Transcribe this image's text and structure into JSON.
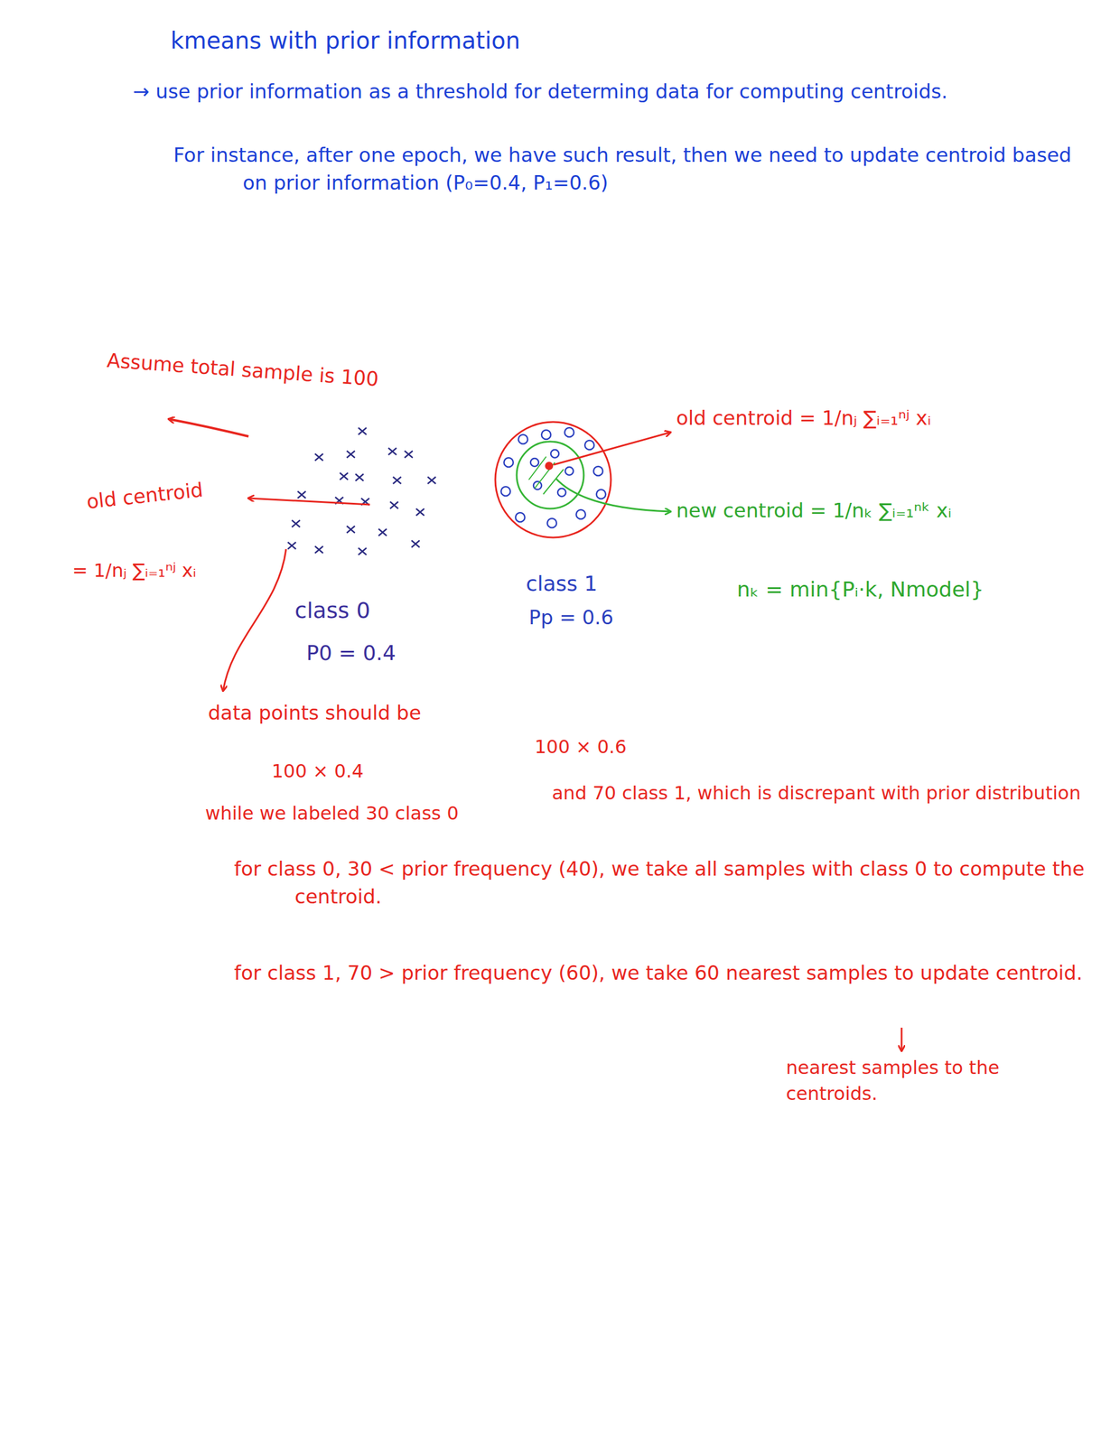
{
  "diagram": {
    "title": "kmeans with prior information",
    "labels": [
      "→ use prior information as a threshold for determing data for computing centroids.",
      "For instance, after one epoch, we have such result, then we need to update centroid based on prior information (P₀=0.4, P₁=0.6)",
      "Assume total sample is 100",
      "old centroid",
      "= 1/nⱼ ∑ᵢ₌₁ⁿʲ xᵢ",
      "class 0",
      "P0 = 0.4",
      "class 1",
      "Pp = 0.6",
      "old centroid = 1/nⱼ ∑ᵢ₌₁ⁿʲ xᵢ",
      "new centroid = 1/nₖ ∑ᵢ₌₁ⁿᵏ xᵢ",
      "nₖ = min{Pᵢ·k, Nmodel}",
      "data points should be",
      "100 × 0.4",
      "100 × 0.6",
      "while we labeled 30 class 0",
      "and 70 class 1, which is discrepant with prior distribution",
      "for class 0, 30 < prior frequency (40), we take all samples with class 0 to compute the centroid.",
      "for class 1, 70 > prior frequency (60), we take 60 nearest samples to update centroid.",
      "nearest samples to the centroids."
    ]
  }
}
